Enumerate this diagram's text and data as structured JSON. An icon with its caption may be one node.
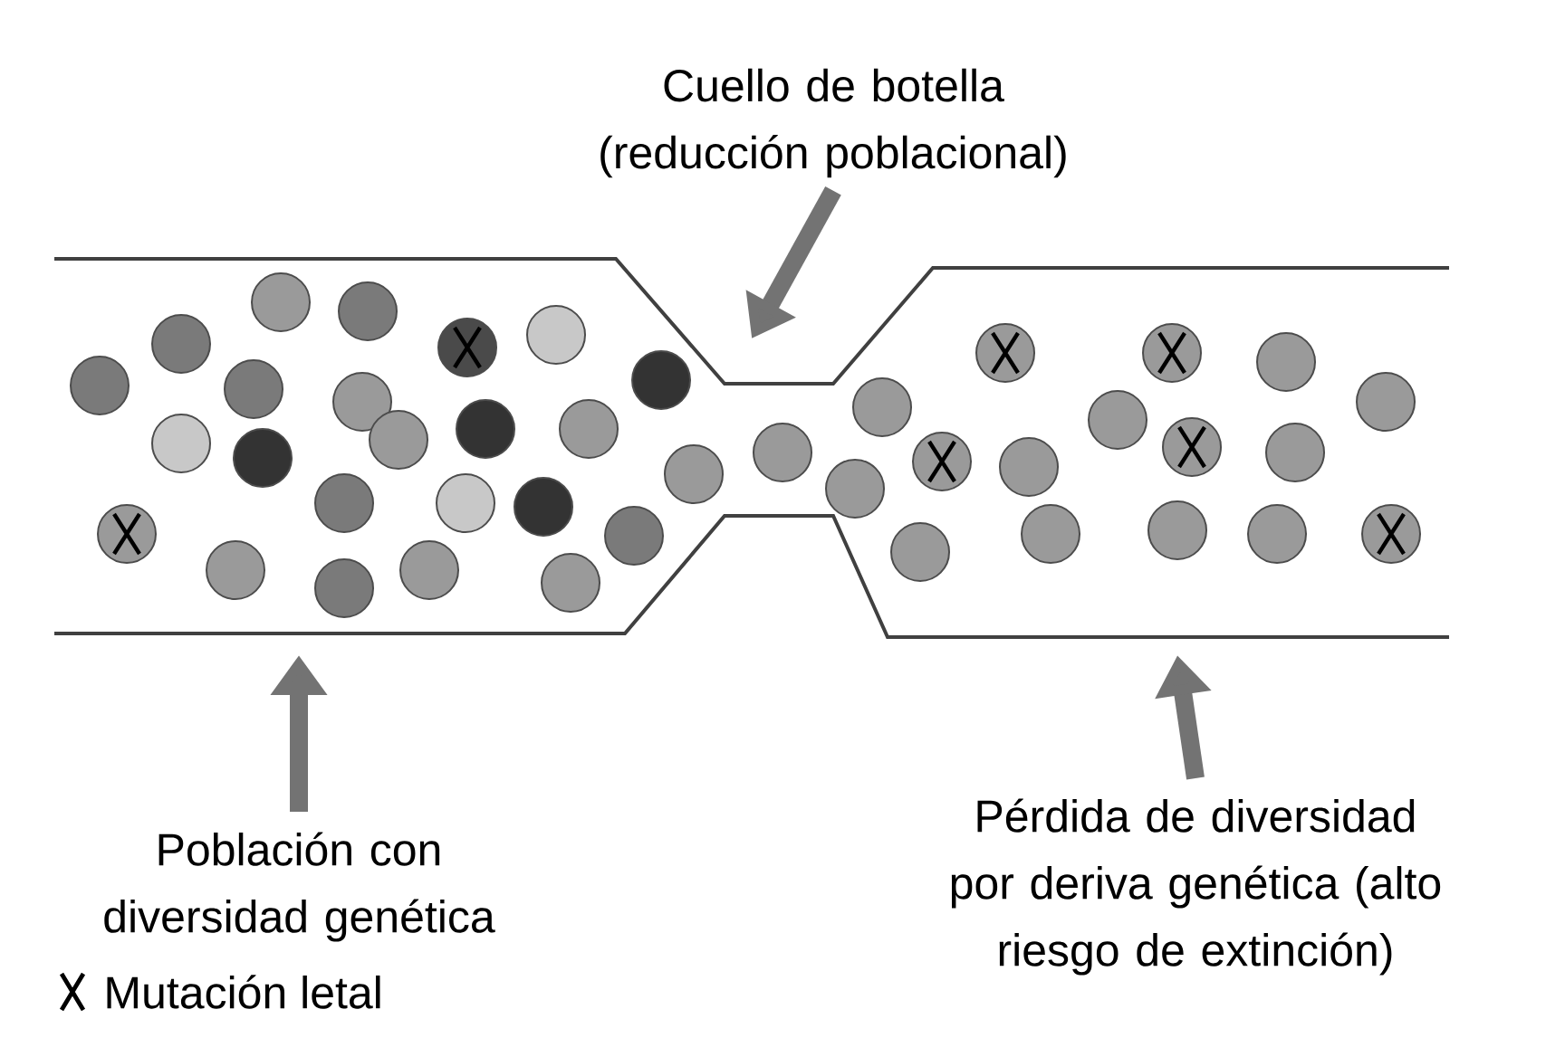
{
  "diagram": {
    "nodes": [
      {
        "text": [
          "Cuello de botella (reducción poblacional)"
        ]
      },
      {
        "text": [
          "Población con diversidad genética"
        ]
      },
      {
        "text": [
          "Pérdida de diversidad por deriva genética (alto riesgo de extinción)"
        ]
      }
    ],
    "edges": [
      {
        "from": 0,
        "to": null,
        "arrow": "to"
      },
      {
        "from": 1,
        "to": null,
        "arrow": "to"
      },
      {
        "from": 2,
        "to": null,
        "arrow": "to"
      }
    ],
    "legend": [
      {
        "text": "Mutación letal"
      }
    ]
  }
}
